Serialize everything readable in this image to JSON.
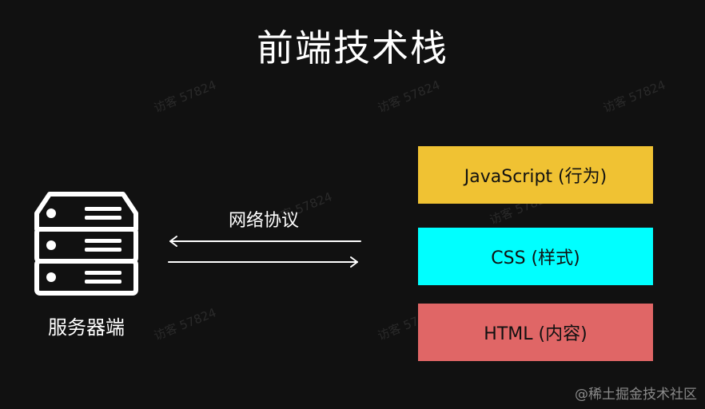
{
  "title": "前端技术栈",
  "server": {
    "label": "服务器端"
  },
  "protocol": {
    "label": "网络协议"
  },
  "stack": [
    {
      "label": "JavaScript (行为)",
      "color": "#f0c233"
    },
    {
      "label": "CSS (样式)",
      "color": "#00ffff"
    },
    {
      "label": "HTML (内容)",
      "color": "#e06666"
    }
  ],
  "watermark_text": "访客 57824",
  "footer_watermark": "@稀土掘金技术社区"
}
